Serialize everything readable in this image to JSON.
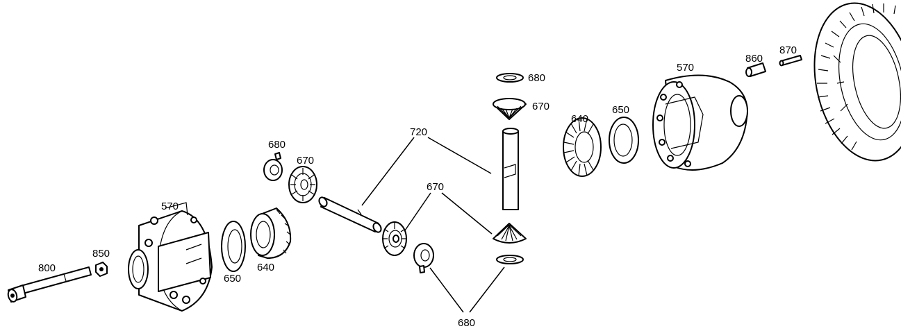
{
  "diagram": {
    "labels": {
      "p800": "800",
      "p850": "850",
      "p570_left": "570",
      "p650_left": "650",
      "p640_left": "640",
      "p680_upper_left": "680",
      "p670_upper_left": "670",
      "p720": "720",
      "p670_mid": "670",
      "p680_bottom": "680",
      "p680_top": "680",
      "p670_top": "670",
      "p640_right": "640",
      "p650_right": "650",
      "p570_right": "570",
      "p860": "860",
      "p870": "870"
    }
  }
}
